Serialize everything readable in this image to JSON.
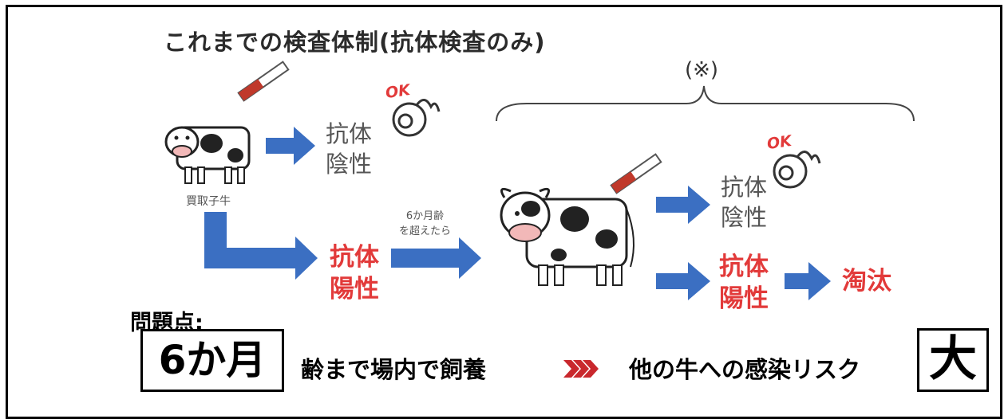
{
  "title": "これまでの検査体制(抗体検査のみ)",
  "note_mark": "(※)",
  "calf_label": "買取子牛",
  "antibody_negative_top": [
    "抗体",
    "陰性"
  ],
  "antibody_positive_left": [
    "抗体",
    "陽性"
  ],
  "age_note": [
    "6か月齢",
    "を超えたら"
  ],
  "antibody_negative_right": [
    "抗体",
    "陰性"
  ],
  "antibody_positive_right": [
    "抗体",
    "陽性"
  ],
  "cull": "淘汰",
  "ok_label": "OK",
  "problem_label": "問題点:",
  "six_months": "6か月",
  "raising_text": "齢まで場内で飼養",
  "risk_text": "他の牛への感染リスク",
  "big_label": "大",
  "colors": {
    "arrow_blue": "#3b6fc2",
    "red": "#e23a3a",
    "chevron_red": "#c9282d"
  }
}
